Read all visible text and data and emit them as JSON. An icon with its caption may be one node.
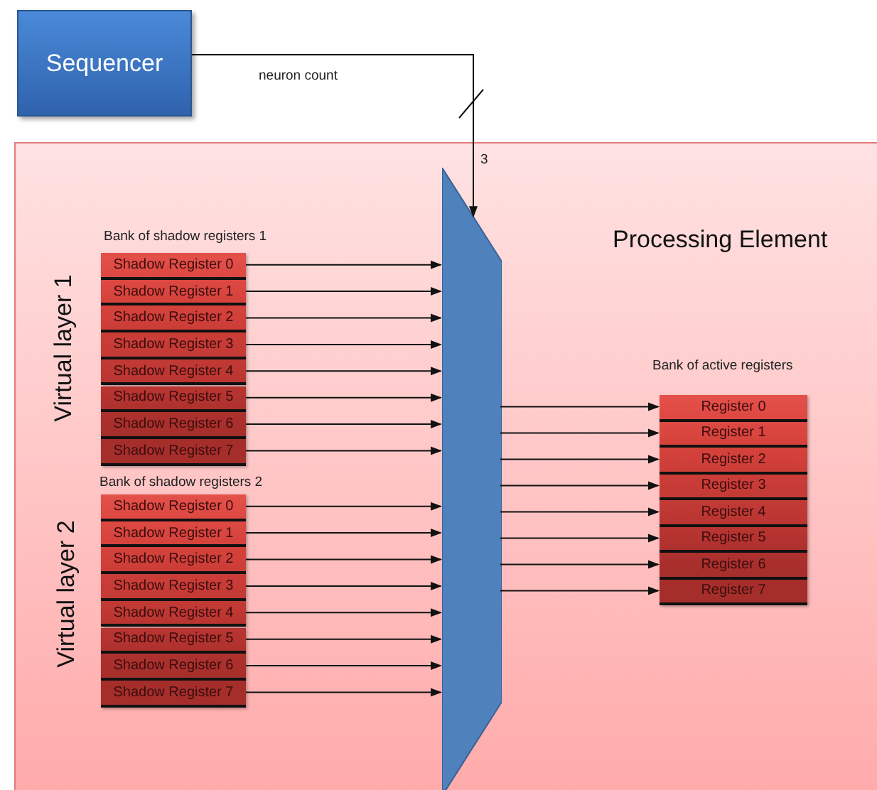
{
  "diagram": {
    "nodes": [
      {
        "text": [
          "Sequencer"
        ]
      },
      {
        "text": [
          "Processing Element"
        ]
      },
      {
        "text": [],
        "shape": "trapezoid",
        "in": 1
      },
      {
        "text": [
          "Shadow Register 0"
        ],
        "in": 1
      },
      {
        "text": [
          "Shadow Register 1"
        ],
        "in": 1
      },
      {
        "text": [
          "Shadow Register 2"
        ],
        "in": 1
      },
      {
        "text": [
          "Shadow Register 3"
        ],
        "in": 1
      },
      {
        "text": [
          "Shadow Register 4"
        ],
        "in": 1
      },
      {
        "text": [
          "Shadow Register 5"
        ],
        "in": 1
      },
      {
        "text": [
          "Shadow Register 6"
        ],
        "in": 1
      },
      {
        "text": [
          "Shadow Register 7"
        ],
        "in": 1
      },
      {
        "text": [
          "Shadow Register 0"
        ],
        "in": 1
      },
      {
        "text": [
          "Shadow Register 1"
        ],
        "in": 1
      },
      {
        "text": [
          "Shadow Register 2"
        ],
        "in": 1
      },
      {
        "text": [
          "Shadow Register 3"
        ],
        "in": 1
      },
      {
        "text": [
          "Shadow Register 4"
        ],
        "in": 1
      },
      {
        "text": [
          "Shadow Register 5"
        ],
        "in": 1
      },
      {
        "text": [
          "Shadow Register 6"
        ],
        "in": 1
      },
      {
        "text": [
          "Shadow Register 7"
        ],
        "in": 1
      },
      {
        "text": [
          "Register 0"
        ],
        "in": 1
      },
      {
        "text": [
          "Register 1"
        ],
        "in": 1
      },
      {
        "text": [
          "Register 2"
        ],
        "in": 1
      },
      {
        "text": [
          "Register 3"
        ],
        "in": 1
      },
      {
        "text": [
          "Register 4"
        ],
        "in": 1
      },
      {
        "text": [
          "Register 5"
        ],
        "in": 1
      },
      {
        "text": [
          "Register 6"
        ],
        "in": 1
      },
      {
        "text": [
          "Register 7"
        ],
        "in": 1
      }
    ],
    "edges": [
      {
        "from": 0,
        "to": 2,
        "arrow": "to",
        "label": "neuron count"
      },
      {
        "from": 3,
        "to": 2,
        "arrow": "to"
      },
      {
        "from": 4,
        "to": 2,
        "arrow": "to"
      },
      {
        "from": 5,
        "to": 2,
        "arrow": "to"
      },
      {
        "from": 6,
        "to": 2,
        "arrow": "to"
      },
      {
        "from": 7,
        "to": 2,
        "arrow": "to"
      },
      {
        "from": 8,
        "to": 2,
        "arrow": "to"
      },
      {
        "from": 9,
        "to": 2,
        "arrow": "to"
      },
      {
        "from": 10,
        "to": 2,
        "arrow": "to"
      },
      {
        "from": 11,
        "to": 2,
        "arrow": "to"
      },
      {
        "from": 12,
        "to": 2,
        "arrow": "to"
      },
      {
        "from": 13,
        "to": 2,
        "arrow": "to"
      },
      {
        "from": 14,
        "to": 2,
        "arrow": "to"
      },
      {
        "from": 15,
        "to": 2,
        "arrow": "to"
      },
      {
        "from": 16,
        "to": 2,
        "arrow": "to"
      },
      {
        "from": 17,
        "to": 2,
        "arrow": "to"
      },
      {
        "from": 18,
        "to": 2,
        "arrow": "to"
      },
      {
        "from": 2,
        "to": 19,
        "arrow": "to"
      },
      {
        "from": 2,
        "to": 20,
        "arrow": "to"
      },
      {
        "from": 2,
        "to": 21,
        "arrow": "to"
      },
      {
        "from": 2,
        "to": 22,
        "arrow": "to"
      },
      {
        "from": 2,
        "to": 23,
        "arrow": "to"
      },
      {
        "from": 2,
        "to": 24,
        "arrow": "to"
      },
      {
        "from": 2,
        "to": 25,
        "arrow": "to"
      },
      {
        "from": 2,
        "to": 26,
        "arrow": "to"
      }
    ],
    "labels": [
      "3",
      "Bank of shadow registers 1",
      "Virtual layer 1",
      "Bank of shadow registers 2",
      "Virtual layer 2",
      "Bank of active registers"
    ]
  }
}
